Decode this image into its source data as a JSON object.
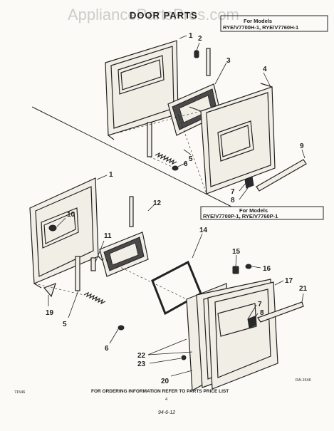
{
  "watermark": "AppliancePartsPros.com",
  "title": "DOOR PARTS",
  "model_box_top": {
    "heading": "For Models",
    "models": "RYE/V7700H-1, RYE/V7760H-1"
  },
  "model_box_bottom": {
    "heading": "For Models",
    "models": "RYE/V7700P-1, RYE/V7760P-1"
  },
  "callouts_top": [
    "1",
    "2",
    "3",
    "4",
    "5",
    "6",
    "7",
    "8",
    "9"
  ],
  "callouts_bottom": [
    "1",
    "10",
    "11",
    "12",
    "14",
    "15",
    "16",
    "17",
    "21",
    "7",
    "8",
    "19",
    "5",
    "6",
    "22",
    "23",
    "20"
  ],
  "footer": {
    "left_code": "71546",
    "note": "FOR ORDERING INFORMATION REFER TO PARTS PRICE LIST",
    "page": "4",
    "date_code": "94-6-12",
    "figure_code": "RA-1546"
  }
}
